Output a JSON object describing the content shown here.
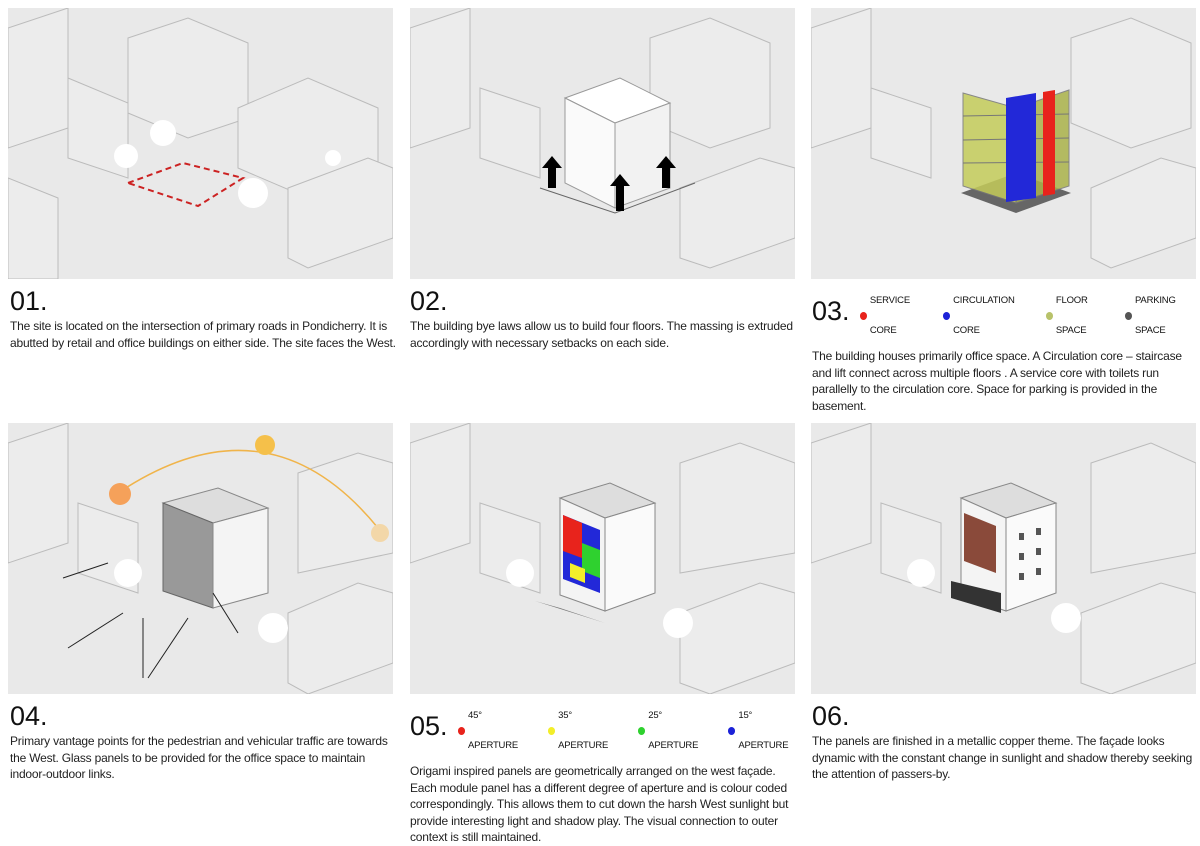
{
  "steps": [
    {
      "number": "01.",
      "text": "The site is located on the intersection of primary roads in Pondicherry. It is abutted by retail and office buildings on either side. The site faces the West."
    },
    {
      "number": "02.",
      "text": "The building bye laws allow us to build four floors. The massing is extruded accordingly with necessary setbacks on each side."
    },
    {
      "number": "03.",
      "text": "The building houses primarily office space. A Circulation core – staircase and lift connect across multiple floors . A service core with toilets run parallelly to the circulation core. Space for parking is provided in the basement.",
      "legend": [
        {
          "label": "SERVICE CORE",
          "color": "#e8231c"
        },
        {
          "label": "CIRCULATION CORE",
          "color": "#1c22d8"
        },
        {
          "label": "FLOOR SPACE",
          "color": "#b8c26a"
        },
        {
          "label": "PARKING SPACE",
          "color": "#555555"
        }
      ]
    },
    {
      "number": "04.",
      "text": "Primary vantage points for the pedestrian  and vehicular traffic are towards the West. Glass panels to be provided for the office space to maintain indoor-outdoor links."
    },
    {
      "number": "05.",
      "text": "Origami inspired panels are geometrically arranged on the west façade. Each module panel has a different degree of aperture and is colour coded correspondingly. This allows them to cut down the harsh West sunlight but provide interesting light and shadow play. The visual connection to outer context is still maintained.",
      "legend": [
        {
          "label": "45° APERTURE",
          "color": "#e8231c"
        },
        {
          "label": "35° APERTURE",
          "color": "#f3ee2a"
        },
        {
          "label": "25° APERTURE",
          "color": "#2fd12f"
        },
        {
          "label": "15° APERTURE",
          "color": "#1c22d8"
        }
      ]
    },
    {
      "number": "06.",
      "text": "The panels are finished in a metallic copper theme. The façade looks dynamic with the constant change in sunlight and shadow thereby seeking the attention of passers-by."
    }
  ]
}
